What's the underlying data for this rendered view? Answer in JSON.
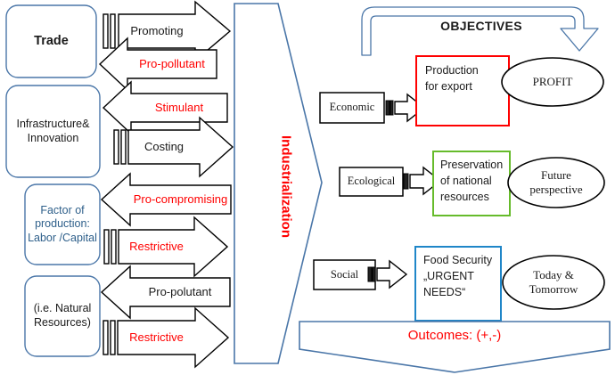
{
  "diagram": {
    "title_vertical": "Industrialization",
    "objectives_label": "OBJECTIVES",
    "outcomes_label": "Outcomes: (+,-)",
    "colors": {
      "frame_blue": "#3f6e9e",
      "accent_red": "#ff0000",
      "accent_green": "#66bb2b",
      "accent_blue": "#1f86c8",
      "outline_black": "#000000",
      "text_blue": "#2e5f8a"
    }
  },
  "inputs": [
    {
      "id": "trade",
      "label": "Trade",
      "emphasis": "big",
      "text_color": "black"
    },
    {
      "id": "infrastructure",
      "label": "Infrastructure&\nInnovation",
      "emphasis": "normal",
      "text_color": "black"
    },
    {
      "id": "factors",
      "label": "Factor of\nproduction:\nLabor /Capital",
      "emphasis": "normal",
      "text_color": "blue"
    },
    {
      "id": "natural-resources",
      "label": "(i.e. Natural\nResources)",
      "emphasis": "normal",
      "text_color": "black"
    }
  ],
  "flows": [
    {
      "id": "promoting",
      "label": "Promoting",
      "direction": "right",
      "text_color": "black"
    },
    {
      "id": "pro-pollutant",
      "label": "Pro-pollutant",
      "direction": "left",
      "text_color": "red"
    },
    {
      "id": "stimulant",
      "label": "Stimulant",
      "direction": "left",
      "text_color": "red"
    },
    {
      "id": "costing",
      "label": "Costing",
      "direction": "right",
      "text_color": "black"
    },
    {
      "id": "pro-compromising",
      "label": "Pro-compromising",
      "direction": "left",
      "text_color": "red"
    },
    {
      "id": "restrictive-1",
      "label": "Restrictive",
      "direction": "right",
      "text_color": "red"
    },
    {
      "id": "pro-polutant",
      "label": "Pro-polutant",
      "direction": "left",
      "text_color": "black"
    },
    {
      "id": "restrictive-2",
      "label": "Restrictive",
      "direction": "right",
      "text_color": "red"
    }
  ],
  "pillars": [
    {
      "id": "economic",
      "label": "Economic",
      "objective": "Production\nfor export",
      "objective_color": "#ff0000",
      "result": "PROFIT"
    },
    {
      "id": "ecological",
      "label": "Ecological",
      "objective": "Preservation\nof national\nresources",
      "objective_color": "#66bb2b",
      "result": "Future\nperspective"
    },
    {
      "id": "social",
      "label": "Social",
      "objective": "Food Security\n„URGENT\nNEEDS“",
      "objective_color": "#1f86c8",
      "result": "Today &\nTomorrow"
    }
  ]
}
